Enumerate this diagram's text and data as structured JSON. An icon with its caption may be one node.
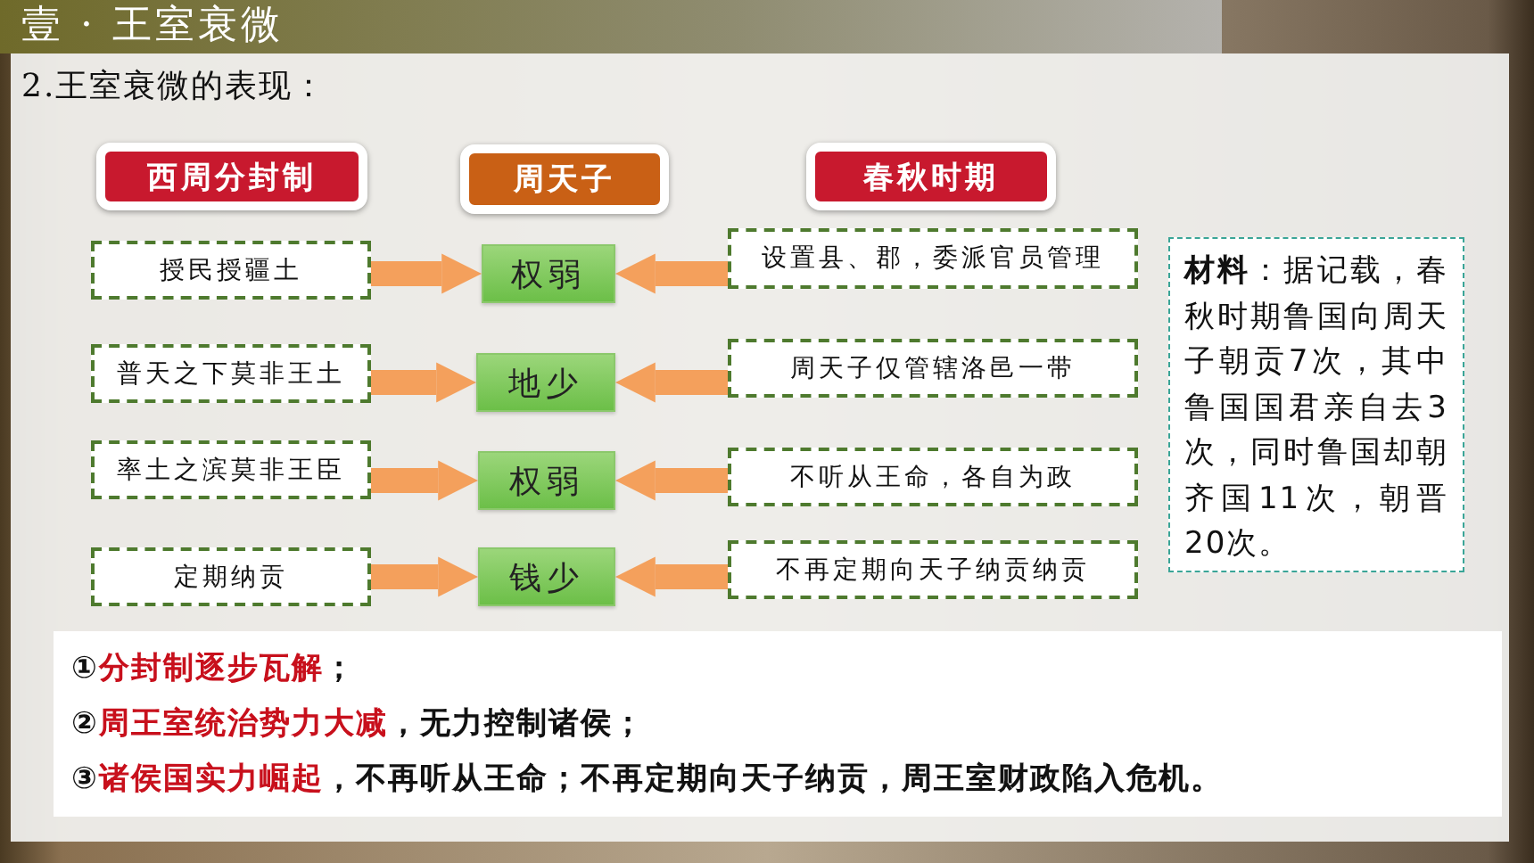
{
  "diagram": {
    "title": "壹 · 王室衰微",
    "nodes": [
      {
        "text": [
          "西周分封制"
        ]
      },
      {
        "text": [
          "周天子"
        ]
      },
      {
        "text": [
          "春秋时期"
        ]
      },
      {
        "text": [
          "授民授疆土"
        ]
      },
      {
        "text": [
          "普天之下莫非王土"
        ]
      },
      {
        "text": [
          "率土之滨莫非王臣"
        ]
      },
      {
        "text": [
          "定期纳贡"
        ]
      },
      {
        "text": [
          "权弱"
        ]
      },
      {
        "text": [
          "地少"
        ]
      },
      {
        "text": [
          "权弱"
        ]
      },
      {
        "text": [
          "钱少"
        ]
      },
      {
        "text": [
          "设置县、郡，委派官员管理"
        ]
      },
      {
        "text": [
          "周天子仅管辖洛邑一带"
        ]
      },
      {
        "text": [
          "不听从王命，各自为政"
        ]
      },
      {
        "text": [
          "不再定期向天子纳贡纳贡"
        ]
      },
      {
        "text": [
          "**材料**：据记载，春秋时期鲁国向周天子朝贡7次，其中鲁国国君亲自去3次，同时鲁国却朝齐国11次，朝晋20次。"
        ]
      }
    ],
    "edges": [
      {
        "from": 3,
        "to": 7,
        "arrow": "to"
      },
      {
        "from": 4,
        "to": 8,
        "arrow": "to"
      },
      {
        "from": 5,
        "to": 9,
        "arrow": "to"
      },
      {
        "from": 6,
        "to": 10,
        "arrow": "to"
      },
      {
        "from": 11,
        "to": 7,
        "arrow": "to"
      },
      {
        "from": 12,
        "to": 8,
        "arrow": "to"
      },
      {
        "from": 13,
        "to": 9,
        "arrow": "to"
      },
      {
        "from": 14,
        "to": 10,
        "arrow": "to"
      }
    ],
    "labels": [
      "2.王室衰微的表现：",
      "①**分封制逐步瓦解**；",
      "②**周王室统治势力大减**，无力控制诸侯；",
      "③**诸侯国实力崛起**，不再听从王命；不再定期向天子纳贡，周王室财政陷入危机。"
    ]
  }
}
